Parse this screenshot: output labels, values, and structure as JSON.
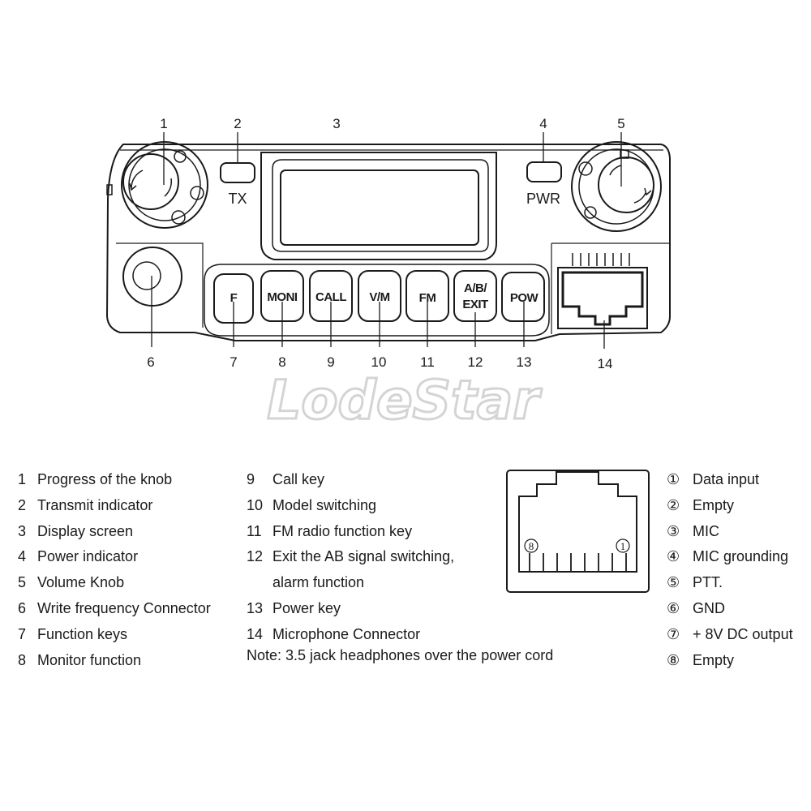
{
  "callouts": [
    "1",
    "2",
    "3",
    "4",
    "5",
    "6",
    "7",
    "8",
    "9",
    "10",
    "11",
    "12",
    "13",
    "14"
  ],
  "keys": {
    "f": "F",
    "moni": "MONI",
    "call": "CALL",
    "vm": "V/M",
    "fm": "FM",
    "ab_line1": "A/B/",
    "ab_line2": "EXIT",
    "pow": "POW"
  },
  "indicators": {
    "tx": "TX",
    "pwr": "PWR"
  },
  "watermark": "LodeStar",
  "legend_left": [
    {
      "num": "1",
      "text": "Progress of the knob"
    },
    {
      "num": "2",
      "text": "Transmit indicator"
    },
    {
      "num": "3",
      "text": "Display screen"
    },
    {
      "num": "4",
      "text": "Power indicator"
    },
    {
      "num": "5",
      "text": "Volume Knob"
    },
    {
      "num": "6",
      "text": "Write frequency Connector"
    },
    {
      "num": "7",
      "text": "Function keys"
    },
    {
      "num": "8",
      "text": "Monitor function"
    }
  ],
  "legend_middle": [
    {
      "num": "9",
      "text": "Call key"
    },
    {
      "num": "10",
      "text": "Model switching"
    },
    {
      "num": "11",
      "text": "FM radio function key"
    },
    {
      "num": "12",
      "text": "Exit the AB signal switching,"
    },
    {
      "num": "",
      "text": "alarm function"
    },
    {
      "num": "13",
      "text": "Power key"
    },
    {
      "num": "14",
      "text": "Microphone Connector"
    }
  ],
  "note": "Note: 3.5 jack headphones over the power cord",
  "pin_diagram": {
    "left_pin": "8",
    "right_pin": "1"
  },
  "pins": [
    {
      "num": "①",
      "text": "Data input"
    },
    {
      "num": "②",
      "text": "Empty"
    },
    {
      "num": "③",
      "text": "MIC"
    },
    {
      "num": "④",
      "text": "MIC grounding"
    },
    {
      "num": "⑤",
      "text": "PTT."
    },
    {
      "num": "⑥",
      "text": "GND"
    },
    {
      "num": "⑦",
      "text": "+ 8V DC output"
    },
    {
      "num": "⑧",
      "text": "Empty"
    }
  ]
}
